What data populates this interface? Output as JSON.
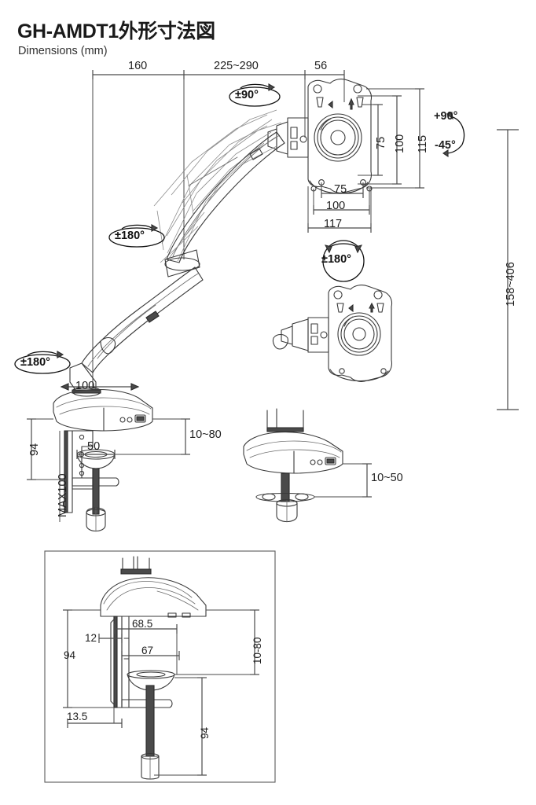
{
  "header": {
    "title": "GH-AMDT1外形寸法図",
    "subtitle": "Dimensions (mm)"
  },
  "top_dimensions": [
    {
      "label": "160"
    },
    {
      "label": "225~290"
    },
    {
      "label": "56"
    }
  ],
  "vesa_vertical": [
    {
      "label": "75"
    },
    {
      "label": "100"
    },
    {
      "label": "115"
    }
  ],
  "vesa_horizontal": [
    {
      "label": "75"
    },
    {
      "label": "100"
    },
    {
      "label": "117"
    }
  ],
  "tilt": {
    "up": "+90°",
    "down": "-45°"
  },
  "height_range": "158~406",
  "rotations": [
    {
      "label": "±90°",
      "type": "ellipse"
    },
    {
      "label": "±180°",
      "type": "ellipse"
    },
    {
      "label": "±180°",
      "type": "circle"
    },
    {
      "label": "±180°",
      "type": "ellipse"
    }
  ],
  "base": {
    "width": "100"
  },
  "clamp_detail": {
    "height": "94",
    "max_travel": "MAX100",
    "pad_width": "50",
    "desk_thickness": "10~80"
  },
  "grommet_detail": {
    "desk_thickness": "10~50"
  },
  "section_detail": {
    "left_height": "94",
    "offset_12": "12",
    "width_685": "68.5",
    "width_67": "67",
    "base_offset": "13.5",
    "desk_thickness": "10-80",
    "bolt_length": "94"
  },
  "colors": {
    "line": "#3a3a3a",
    "dimension_line": "#4a4a4a",
    "text": "#1f1f1f",
    "background": "#ffffff"
  }
}
